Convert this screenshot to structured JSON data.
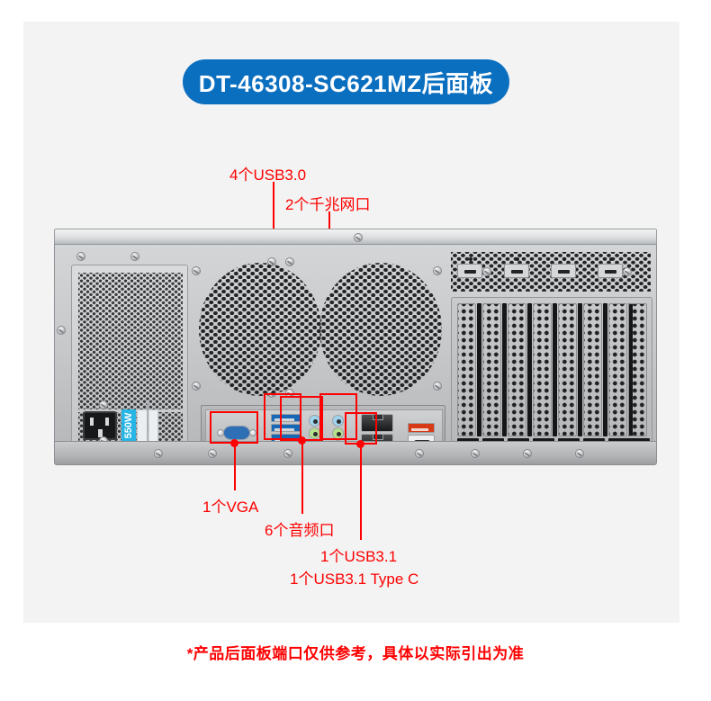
{
  "page": {
    "background_color": "#ffffff",
    "panel_color": "#f3f3f3",
    "accent_color": "#0b6fc0",
    "annotation_color": "#fe0000"
  },
  "title_badge": {
    "text": "DT-46308-SC621MZ后面板",
    "background_color": "#0b6fc0",
    "text_color": "#ffffff"
  },
  "annotations": {
    "top": [
      {
        "id": "usb30",
        "label": "4个USB3.0"
      },
      {
        "id": "lan",
        "label": "2个千兆网口"
      }
    ],
    "bottom": [
      {
        "id": "vga",
        "label": "1个VGA"
      },
      {
        "id": "audio",
        "label": "6个音频口"
      },
      {
        "id": "usb31",
        "label": "1个USB3.1"
      },
      {
        "id": "usbc",
        "label": "1个USB3.1 Type C"
      }
    ]
  },
  "footer_note": "*产品后面板端口仅供参考，具体以实际引出为准",
  "chassis": {
    "psu": {
      "wattage_label": "550W",
      "label_color": "#27b5e6",
      "inlet": "iec-c14-power-inlet"
    },
    "fans": 2,
    "pci_slots": 8,
    "retention_tabs": 4,
    "io_ports": {
      "vga": {
        "count": 1,
        "color": "#2f6fb5"
      },
      "usb30": {
        "count": 4,
        "color": "#1868b8"
      },
      "audio_jacks": {
        "count": 6,
        "colors": [
          "#9fd4ee",
          "#9fd4ee",
          "#b6e08a",
          "#b6e08a",
          "#f3b9c4",
          "#f3b9c4"
        ]
      },
      "ethernet": {
        "count": 2
      },
      "usb31": {
        "count": 1,
        "color": "#d93a16"
      },
      "usb31_type_c": {
        "count": 1,
        "color": "#eceeef"
      }
    }
  }
}
